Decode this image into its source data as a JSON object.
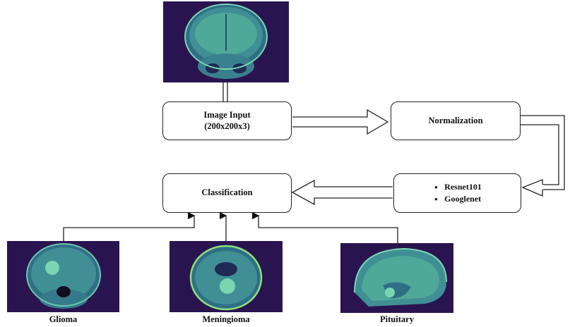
{
  "nodes": {
    "input": {
      "line1": "Image Input",
      "line2": "(200x200x3)"
    },
    "normalization": {
      "label": "Normalization"
    },
    "models": {
      "items": [
        "Resnet101",
        "Googlenet"
      ]
    },
    "classification": {
      "label": "Classification"
    }
  },
  "classes": [
    {
      "label": "Glioma"
    },
    {
      "label": "Meningioma"
    },
    {
      "label": "Pituitary"
    }
  ],
  "colors": {
    "mri_background": "#2a1450",
    "mri_tissue": "#3f8f94",
    "mri_bright": "#7ad6b0",
    "line": "#222222"
  },
  "icons": [
    "mri-coronal-input-image",
    "mri-glioma-image",
    "mri-meningioma-image",
    "mri-pituitary-image"
  ]
}
